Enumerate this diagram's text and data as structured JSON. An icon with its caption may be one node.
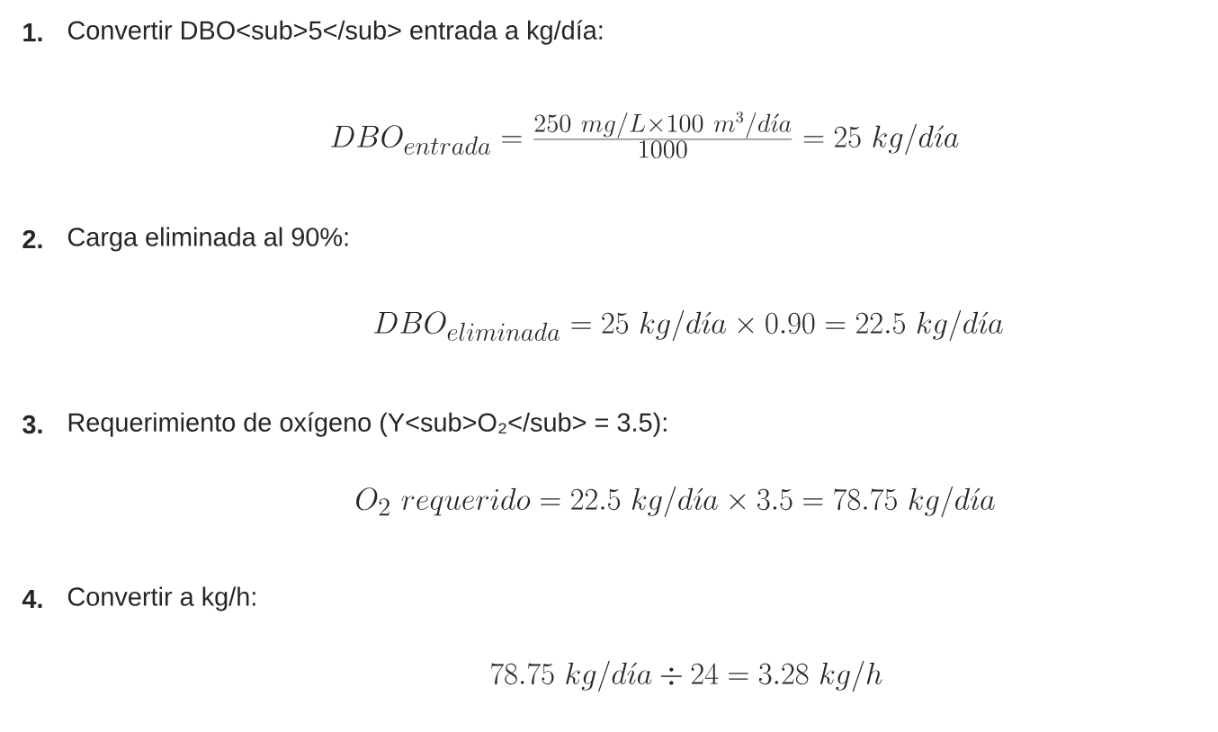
{
  "diagram": {
    "labels": [
      "1.",
      "Convertir DBO<sub>5</sub> entrada a kg/día:",
      "DBO_{entrada} = \\frac{250\\ mg/L \\times 100\\ m^3/d\\acute{\\imath}a}{1000} = 25\\ kg/d\\acute{\\imath}a",
      "2.",
      "Carga eliminada al 90%:",
      "DBO_{eliminada} = 25\\ kg/d\\acute{\\imath}a \\times 0.90 = 22.5\\ kg/d\\acute{\\imath}a",
      "3.",
      "Requerimiento de oxígeno (Y<sub>O₂</sub> = 3.5):",
      "O_2\\ requerido = 22.5\\ kg/d\\acute{\\imath}a \\times 3.5 = 78.75\\ kg/d\\acute{\\imath}a",
      "4.",
      "Convertir a kg/h:",
      "78.75\\ kg/d\\acute{\\imath}a \\div 24 = 3.28\\ kg/h"
    ]
  }
}
